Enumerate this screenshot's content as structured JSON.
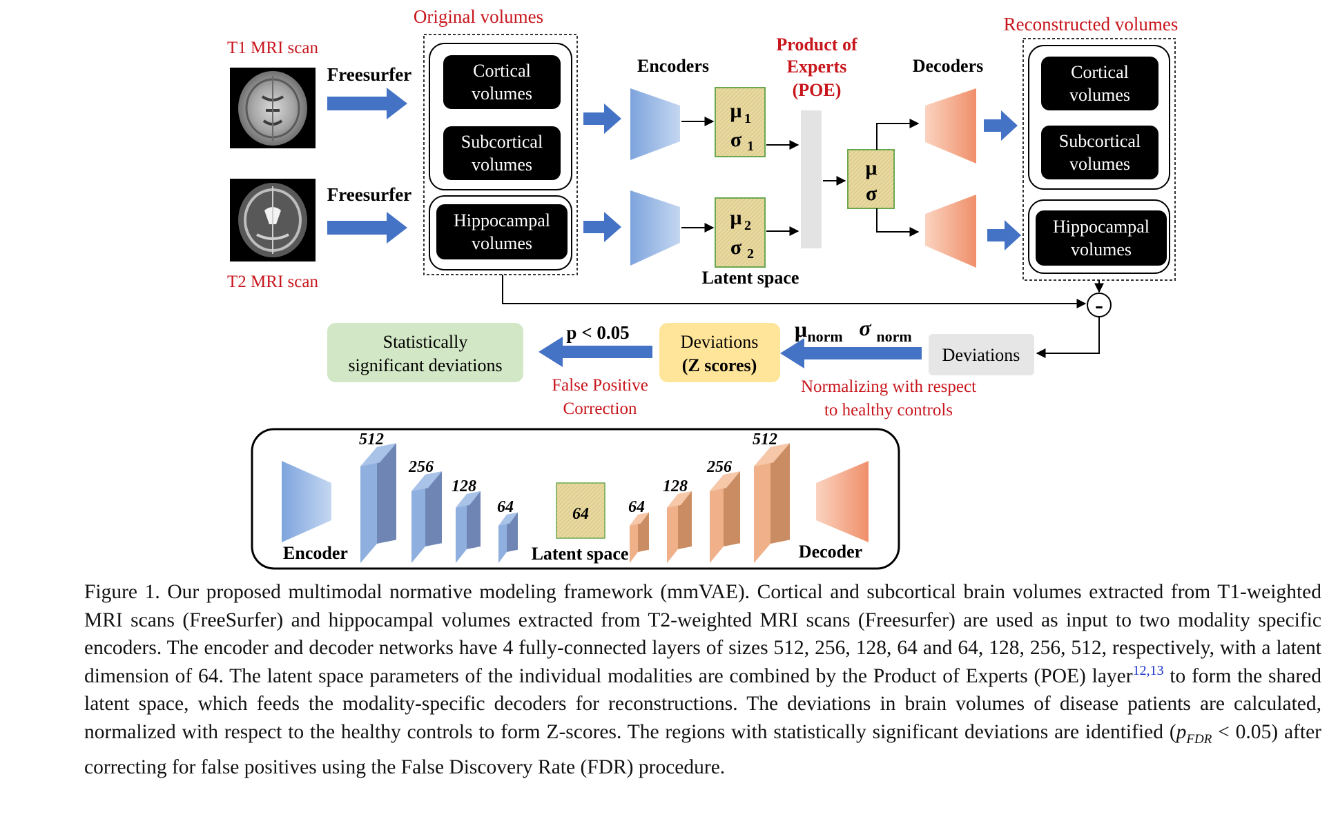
{
  "figure": {
    "top": {
      "original_title": "Original volumes",
      "reconstructed_title": "Reconstructed volumes",
      "t1_label": "T1 MRI scan",
      "t2_label": "T2 MRI scan",
      "freesurfer_1": "Freesurfer",
      "freesurfer_2": "Freesurfer",
      "encoders": "Encoders",
      "decoders": "Decoders",
      "poe_line1": "Product of",
      "poe_line2": "Experts",
      "poe_line3": "(POE)",
      "latent_space": "Latent space",
      "mu": "μ",
      "sigma": "σ",
      "sub1": "1",
      "sub2": "2",
      "minus": "-"
    },
    "inputs": {
      "cortical_l1": "Cortical",
      "cortical_l2": "volumes",
      "subcortical_l1": "Subcortical",
      "subcortical_l2": "volumes",
      "hippocampal_l1": "Hippocampal",
      "hippocampal_l2": "volumes"
    },
    "outputs": {
      "cortical_l1": "Cortical",
      "cortical_l2": "volumes",
      "subcortical_l1": "Subcortical",
      "subcortical_l2": "volumes",
      "hippocampal_l1": "Hippocampal",
      "hippocampal_l2": "volumes"
    },
    "bottom": {
      "deviations": "Deviations",
      "mu_norm": "μ",
      "sigma_norm": "σ",
      "norm_sub": "norm",
      "normalizing_l1": "Normalizing with respect",
      "normalizing_l2": "to healthy controls",
      "zscore_l1": "Deviations",
      "zscore_l2": "(Z scores)",
      "pvalue": "p < 0.05",
      "fpc_l1": "False Positive",
      "fpc_l2": "Correction",
      "sig_l1": "Statistically",
      "sig_l2": "significant deviations"
    },
    "arch": {
      "encoder": "Encoder",
      "decoder": "Decoder",
      "latent_space": "Latent space",
      "latent_size": "64",
      "encoder_sizes": [
        "512",
        "256",
        "128",
        "64"
      ],
      "decoder_sizes": [
        "64",
        "128",
        "256",
        "512"
      ]
    },
    "colors": {
      "accent_red": "#c8161d",
      "arrow_blue": "#4472c4",
      "latent_fill": "#e3d49a",
      "latent_border": "#6aa84f",
      "zscore_fill": "#ffe59a",
      "significant_fill": "#d2e7c5",
      "deviation_fill": "#e6e6e6",
      "encoder_blue": "#8fb0df",
      "decoder_orange": "#f0a07e"
    }
  },
  "caption": {
    "part1": "Figure 1. Our proposed multimodal normative modeling framework (mmVAE). Cortical and subcortical brain volumes extracted from T1-weighted MRI scans (FreeSurfer) and hippocampal volumes extracted from T2-weighted MRI scans (Freesurfer) are used as input to two modality specific encoders. The encoder and decoder networks have 4 fully-connected layers of sizes 512, 256, 128, 64 and 64, 128, 256, 512, respectively, with a latent dimension of 64. The latent space parameters of the individual modalities are combined by the Product of Experts (POE) layer",
    "refs": "12,13",
    "part2": " to form the shared latent space, which feeds the modality-specific decoders for reconstructions. The deviations in brain volumes of disease patients are calculated, normalized with respect to the healthy controls to form Z-scores. The regions with statistically significant deviations are identified (",
    "p_symbol": "p",
    "p_sub": "FDR",
    "p_rest": " < 0.05",
    "part3": ") after correcting for false positives using the False Discovery Rate (FDR) procedure."
  }
}
